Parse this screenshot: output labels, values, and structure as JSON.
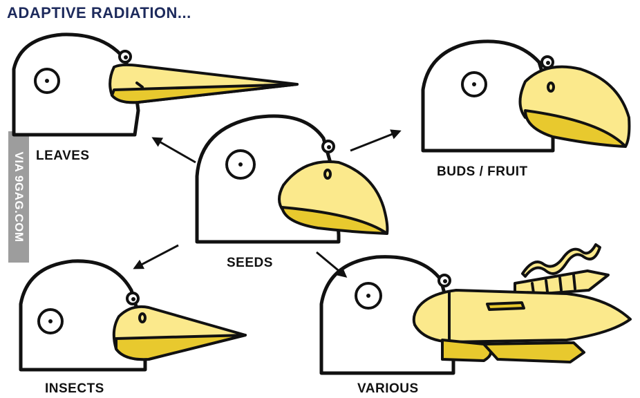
{
  "title": "ADAPTIVE RADIATION...",
  "watermark": "VIA 9GAG.COM",
  "birds": [
    {
      "label": "LEAVES"
    },
    {
      "label": "BUDS / FRUIT"
    },
    {
      "label": "SEEDS"
    },
    {
      "label": "INSECTS"
    },
    {
      "label": "VARIOUS"
    }
  ],
  "colors": {
    "beak": "#fbe98c",
    "beak_shadow": "#e8c92e",
    "title": "#1d2a5c",
    "watermark_bg": "#9d9d9d"
  }
}
